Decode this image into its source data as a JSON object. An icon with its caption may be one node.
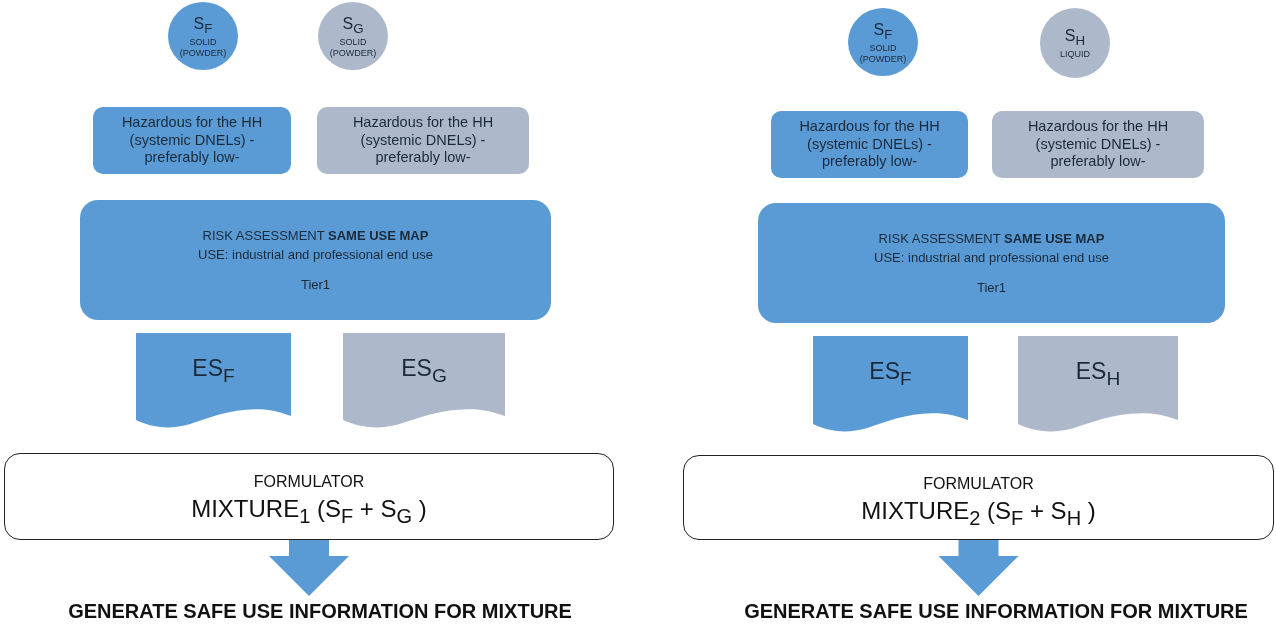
{
  "diagram": {
    "nodes": [
      {
        "text": [
          "S$_{F}$",
          "SOLID (POWDER)"
        ]
      },
      {
        "text": [
          "S$_{G}$",
          "SOLID (POWDER)"
        ]
      },
      {
        "text": [
          "Hazardous for the HH (systemic DNELs) -preferably low-"
        ]
      },
      {
        "text": [
          "Hazardous for the HH (systemic DNELs) -preferably low-"
        ]
      },
      {
        "text": [
          "RISK ASSESSMENT **SAME USE MAP**",
          "USE: industrial and professional end use",
          "Tier1"
        ]
      },
      {
        "text": [
          "ES$_{F}$"
        ]
      },
      {
        "text": [
          "ES$_{G}$"
        ]
      },
      {
        "text": [
          "FORMULATOR",
          "MIXTURE$_{1}$ (S$_{F}$ + S$_{G}$ )"
        ]
      },
      {
        "text": [
          "GENERATE SAFE USE INFORMATION FOR MIXTURE"
        ]
      },
      {
        "text": [
          "S$_{F}$",
          "SOLID (POWDER)"
        ]
      },
      {
        "text": [
          "S$_{H}$",
          "LIQUID"
        ]
      },
      {
        "text": [
          "Hazardous for the HH (systemic DNELs) -preferably low-"
        ]
      },
      {
        "text": [
          "Hazardous for the HH (systemic DNELs) -preferably low-"
        ]
      },
      {
        "text": [
          "RISK ASSESSMENT **SAME USE MAP**",
          "USE: industrial and professional end use",
          "Tier1"
        ]
      },
      {
        "text": [
          "ES$_{F}$"
        ]
      },
      {
        "text": [
          "ES$_{H}$"
        ]
      },
      {
        "text": [
          "FORMULATOR",
          "MIXTURE$_{2}$ (S$_{F}$ + S$_{H}$ )"
        ]
      },
      {
        "text": [
          "GENERATE SAFE USE INFORMATION FOR MIXTURE"
        ]
      }
    ],
    "edges": [
      {
        "from": 7,
        "to": 8,
        "arrow": "to"
      },
      {
        "from": 16,
        "to": 17,
        "arrow": "to"
      }
    ]
  }
}
